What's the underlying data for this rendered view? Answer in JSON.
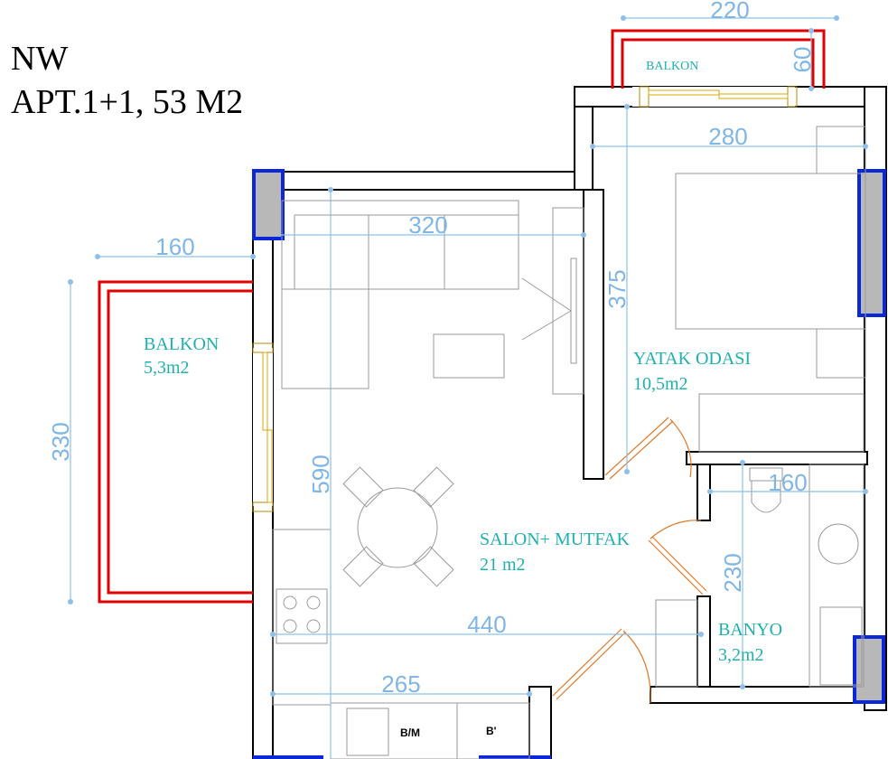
{
  "header": {
    "orientation": "NW",
    "apartment": "APT.1+1, 53 M2"
  },
  "rooms": {
    "balkon_top": {
      "name": "BALKON"
    },
    "balkon_left": {
      "name": "BALKON",
      "area": "5,3m2"
    },
    "yatak": {
      "name": "YATAK ODASI",
      "area": "10,5m2"
    },
    "salon": {
      "name": "SALON+ MUTFAK",
      "area": "21 m2"
    },
    "banyo": {
      "name": "BANYO",
      "area": "3,2m2"
    }
  },
  "dimensions": {
    "balkon_top_width": "220",
    "balkon_top_depth": "60",
    "bedroom_width": "280",
    "bedroom_depth": "375",
    "living_width": "320",
    "living_depth": "590",
    "balkon_left_width": "160",
    "balkon_left_depth": "330",
    "bath_width": "160",
    "bath_depth": "230",
    "kitchen_width": "440",
    "entry_width": "265"
  },
  "fixtures": {
    "appliance_1": "B/M",
    "appliance_2": "B'"
  },
  "colors": {
    "room_label": "#1fb0b0",
    "dimension": "#8fc0ea",
    "railing": "#e00000",
    "column_outline": "#0a28d8",
    "door_swing": "#e07a2a"
  }
}
